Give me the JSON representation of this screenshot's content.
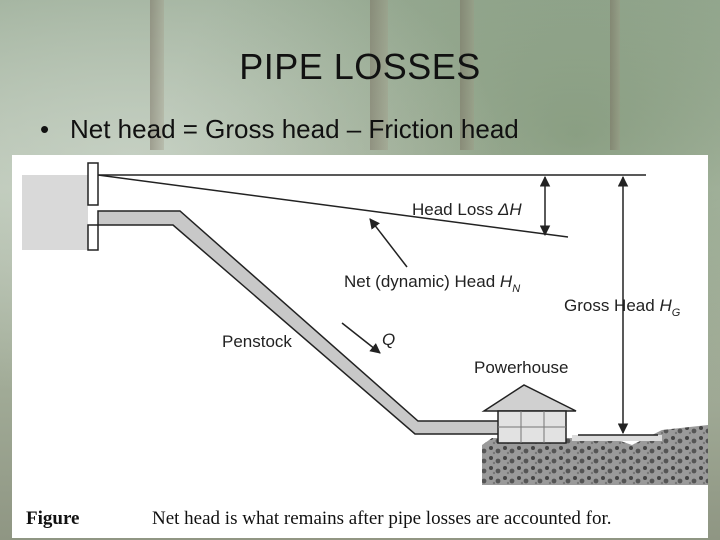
{
  "slide": {
    "title": "PIPE LOSSES",
    "bullet_symbol": "•",
    "bullet_text": "Net head = Gross head – Friction head"
  },
  "diagram": {
    "labels": {
      "head_loss": "Head Loss",
      "head_loss_symbol": "ΔH",
      "net_head": "Net (dynamic) Head",
      "net_head_symbol": "H",
      "net_head_sub": "N",
      "gross_head": "Gross Head",
      "gross_head_symbol": "H",
      "gross_head_sub": "G",
      "penstock": "Penstock",
      "flow_symbol": "Q",
      "powerhouse": "Powerhouse"
    },
    "caption_label": "Figure",
    "caption_text": "Net head is what remains after pipe losses are accounted for."
  },
  "colors": {
    "pipe_fill": "#c8c8c8",
    "reservoir_fill": "#d9d9d9",
    "line": "#222222"
  }
}
